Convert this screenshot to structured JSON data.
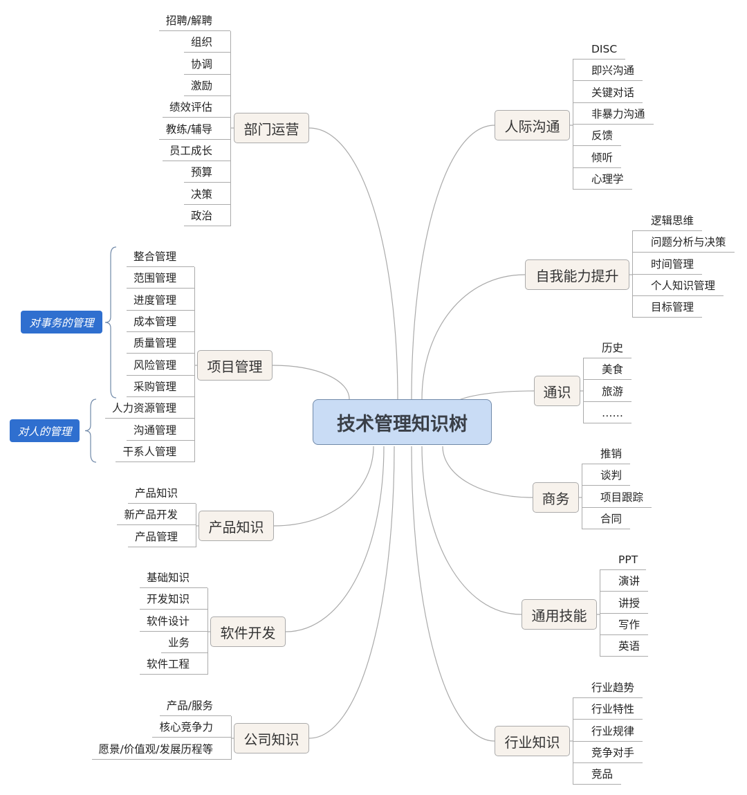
{
  "root": {
    "label": "技术管理知识树"
  },
  "branches": [
    {
      "label": "部门运营",
      "side": "left",
      "items": [
        "招聘/解聘",
        "组织",
        "协调",
        "激励",
        "绩效评估",
        "教练/辅导",
        "员工成长",
        "预算",
        "决策",
        "政治"
      ]
    },
    {
      "label": "项目管理",
      "side": "left",
      "items": [
        "整合管理",
        "范围管理",
        "进度管理",
        "成本管理",
        "质量管理",
        "风险管理",
        "采购管理",
        "人力资源管理",
        "沟通管理",
        "干系人管理"
      ]
    },
    {
      "label": "产品知识",
      "side": "left",
      "items": [
        "产品知识",
        "新产品开发",
        "产品管理"
      ]
    },
    {
      "label": "软件开发",
      "side": "left",
      "items": [
        "基础知识",
        "开发知识",
        "软件设计",
        "业务",
        "软件工程"
      ]
    },
    {
      "label": "公司知识",
      "side": "left",
      "items": [
        "产品/服务",
        "核心竞争力",
        "愿景/价值观/发展历程等"
      ]
    },
    {
      "label": "人际沟通",
      "side": "right",
      "items": [
        "DISC",
        "即兴沟通",
        "关键对话",
        "非暴力沟通",
        "反馈",
        "倾听",
        "心理学"
      ]
    },
    {
      "label": "自我能力提升",
      "side": "right",
      "items": [
        "逻辑思维",
        "问题分析与决策",
        "时间管理",
        "个人知识管理",
        "目标管理"
      ]
    },
    {
      "label": "通识",
      "side": "right",
      "items": [
        "历史",
        "美食",
        "旅游",
        "……"
      ]
    },
    {
      "label": "商务",
      "side": "right",
      "items": [
        "推销",
        "谈判",
        "项目跟踪",
        "合同"
      ]
    },
    {
      "label": "通用技能",
      "side": "right",
      "items": [
        "PPT",
        "演讲",
        "讲授",
        "写作",
        "英语"
      ]
    },
    {
      "label": "行业知识",
      "side": "right",
      "items": [
        "行业趋势",
        "行业特性",
        "行业规律",
        "竞争对手",
        "竞品"
      ]
    }
  ],
  "callouts": [
    {
      "label": "对事务的管理"
    },
    {
      "label": "对人的管理"
    }
  ],
  "colors": {
    "root_fill": "#c9dcf5",
    "branch_fill": "#f7f2ec",
    "callout_fill": "#2f6fcf",
    "line": "#aaaaaa"
  }
}
